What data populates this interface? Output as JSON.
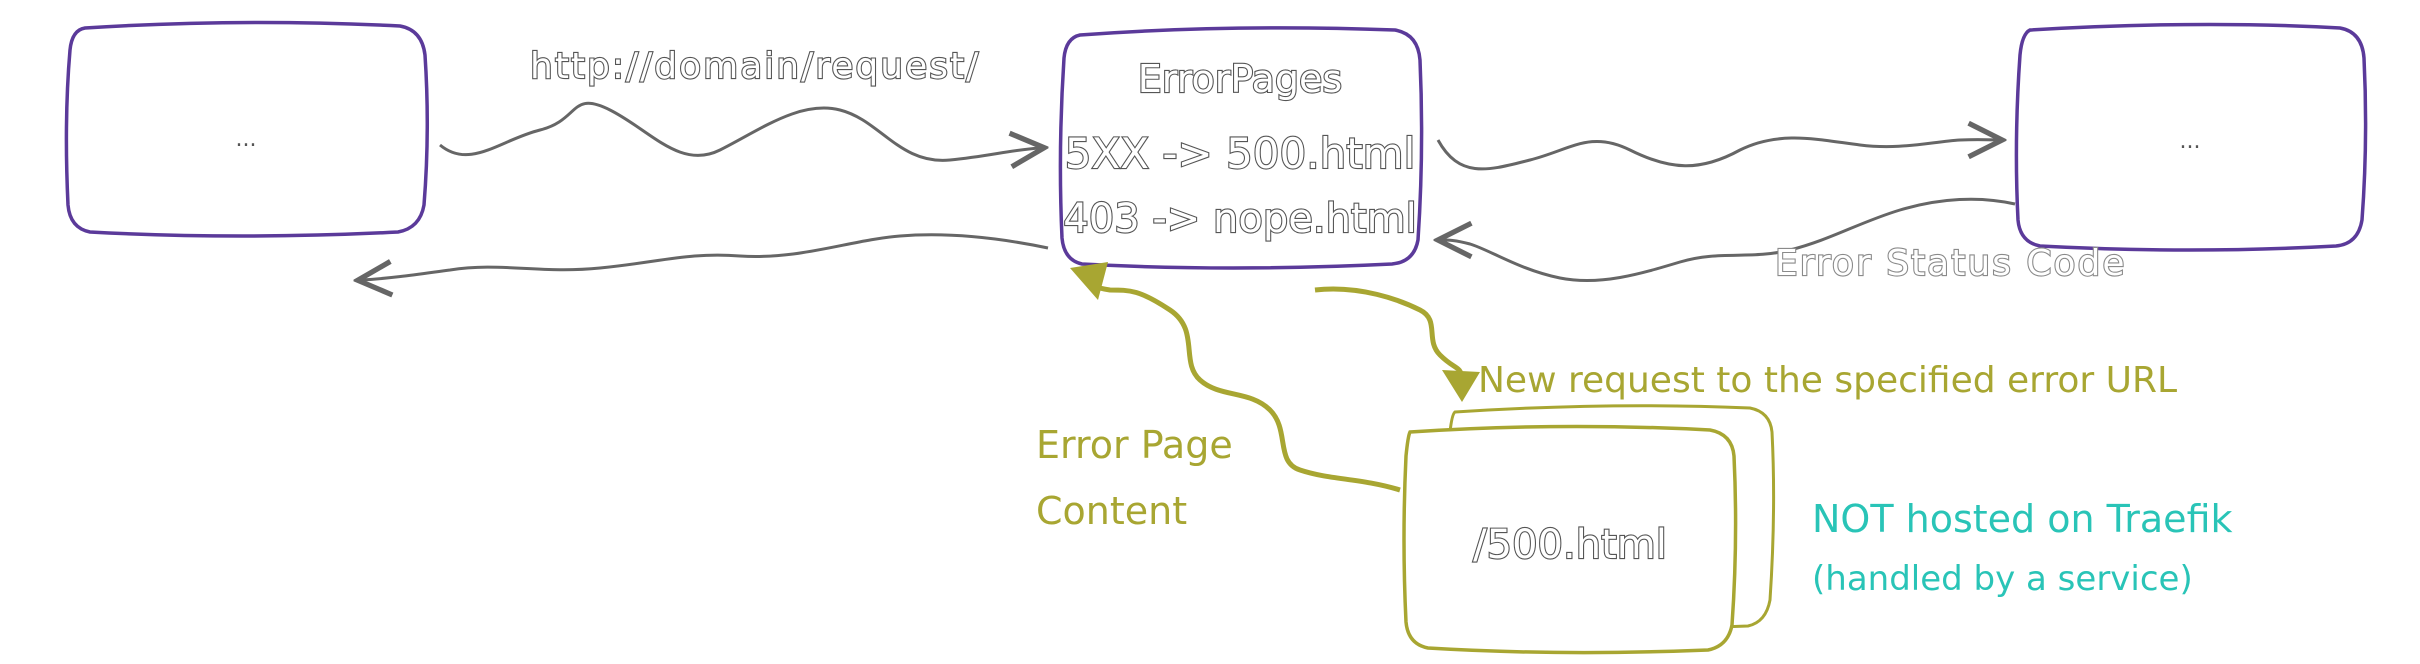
{
  "boxes": {
    "left_box": {
      "label": "..."
    },
    "right_box": {
      "label": "..."
    },
    "error_pages": {
      "title": "ErrorPages",
      "rule_1": "5XX -> 500.html",
      "rule_2": "403 -> nope.html"
    },
    "error_service": {
      "label": "/500.html"
    }
  },
  "labels": {
    "request_url": "http://domain/request/",
    "error_status_code": "Error Status Code",
    "new_request": "New request to the specified error URL",
    "error_page_content_1": "Error Page",
    "error_page_content_2": "Content",
    "not_hosted_1": "NOT hosted on Traefik",
    "not_hosted_2": "(handled by a service)"
  },
  "colors": {
    "box_purple": "#5b3a9a",
    "arrow_gray": "#666666",
    "olive": "#a8a632",
    "teal": "#29c4b7"
  }
}
